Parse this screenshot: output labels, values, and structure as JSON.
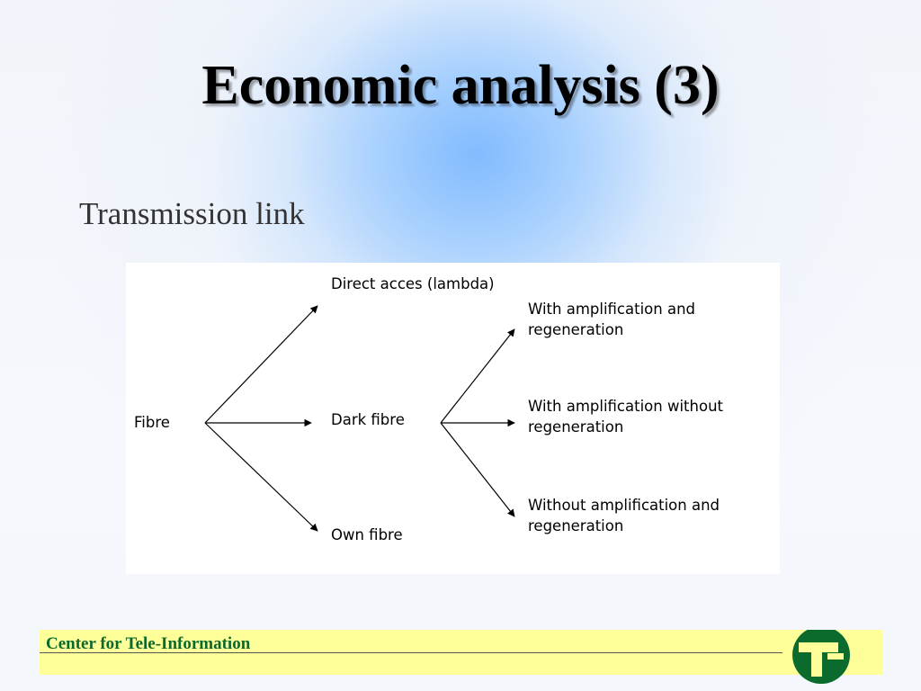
{
  "slide": {
    "title": "Economic analysis (3)",
    "subtitle": "Transmission link"
  },
  "diagram": {
    "root": "Fibre",
    "level1": {
      "top": "Direct acces (lambda)",
      "middle": "Dark fibre",
      "bottom": "Own fibre"
    },
    "level2": {
      "top": [
        "With amplification and",
        "regeneration"
      ],
      "middle": [
        "With amplification without",
        "regeneration"
      ],
      "bottom": [
        "Without amplification  and",
        "regeneration"
      ]
    }
  },
  "footer": {
    "text": "Center for Tele-Information",
    "logo_icon": "cti-logo-icon",
    "background_color": "#ffff99",
    "text_color": "#0a6a2e",
    "logo_color": "#0b6b2d"
  }
}
